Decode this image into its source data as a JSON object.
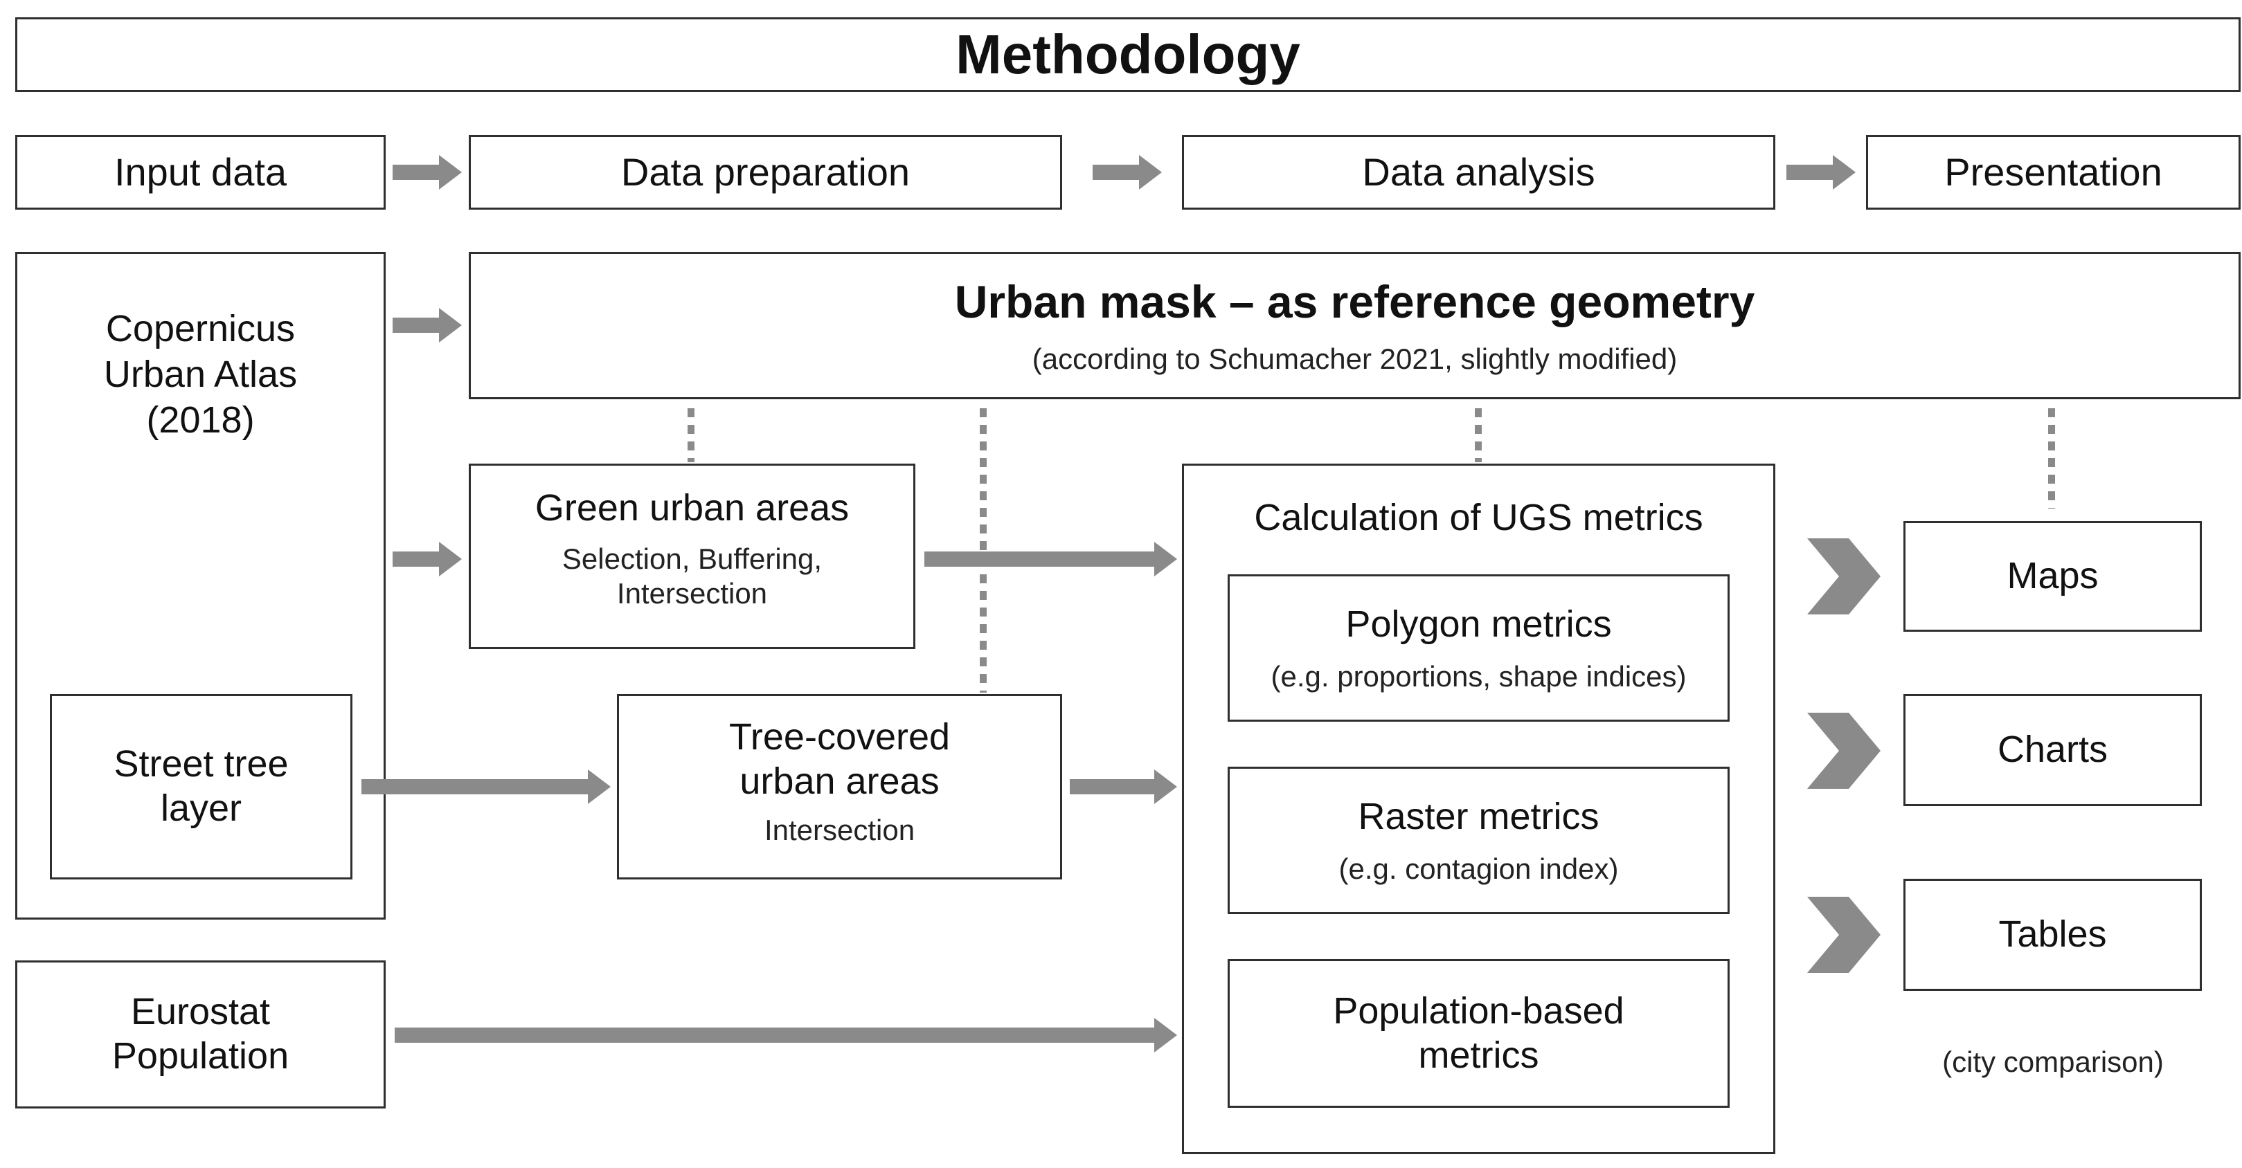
{
  "title": "Methodology",
  "stages": {
    "input": "Input data",
    "preparation": "Data preparation",
    "analysis": "Data analysis",
    "presentation": "Presentation"
  },
  "inputs": {
    "copernicus": "Copernicus\nUrban Atlas\n(2018)",
    "street_tree": "Street tree\nlayer",
    "eurostat": "Eurostat\nPopulation"
  },
  "urban_mask": {
    "title": "Urban mask – as reference geometry",
    "note": "(according to Schumacher 2021, slightly modified)"
  },
  "preparation_boxes": {
    "green": {
      "title": "Green urban areas",
      "sub": "Selection, Buffering,\nIntersection"
    },
    "tree": {
      "title": "Tree-covered\nurban areas",
      "sub": "Intersection"
    }
  },
  "analysis": {
    "title": "Calculation of UGS metrics",
    "polygon": {
      "title": "Polygon metrics",
      "sub": "(e.g. proportions, shape indices)"
    },
    "raster": {
      "title": "Raster metrics",
      "sub": "(e.g. contagion index)"
    },
    "population": {
      "title": "Population-based\nmetrics"
    }
  },
  "outputs": {
    "maps": "Maps",
    "charts": "Charts",
    "tables": "Tables",
    "note": "(city comparison)"
  },
  "colors": {
    "arrow": "#8a8a8a",
    "border": "#2f2f2f",
    "dotted": "#8a8a8a"
  }
}
